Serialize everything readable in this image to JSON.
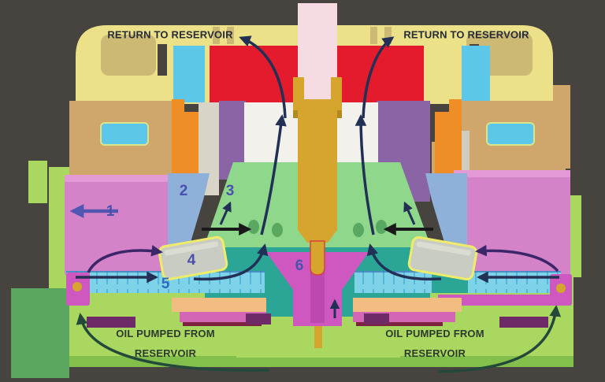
{
  "diagram": {
    "labels": {
      "return_left": "RETURN TO RESERVOIR",
      "return_right": "RETURN TO RESERVOIR",
      "pump_left_1": "OIL PUMPED FROM",
      "pump_left_2": "RESERVOIR",
      "pump_right_1": "OIL PUMPED FROM",
      "pump_right_2": "RESERVOIR"
    },
    "callouts": [
      "1",
      "2",
      "3",
      "4",
      "5",
      "6"
    ],
    "colors": {
      "background": "#474440",
      "top_shell_yellow": "#ece189",
      "shell_shadow_khaki": "#cbb974",
      "bearing_red": "#e41b2d",
      "shaft_pink": "#f6dce2",
      "shaft_gold": "#d5a52e",
      "housing_pink": "#d583c9",
      "tan_block": "#cfa76d",
      "orange_column": "#ef8d26",
      "purple_block": "#8a64a4",
      "cyan_port": "#5cc7e8",
      "green_body": "#8fd88b",
      "teal_base": "#2aa596",
      "oil_gallery_cyan": "#7fd3e8",
      "funnel_magenta": "#cf58c0",
      "frame_green": "#a9d75f",
      "frame_green_dark": "#5ba65e",
      "piston_gray": "#c9ccc2",
      "piston_outline_yellow": "#efec69",
      "arrow_navy": "#223055",
      "arrow_black": "#1a1a1a",
      "arrow_purple": "#3a2668",
      "arrow_green": "#24493b",
      "callout_blue": "#4a51ad"
    }
  }
}
